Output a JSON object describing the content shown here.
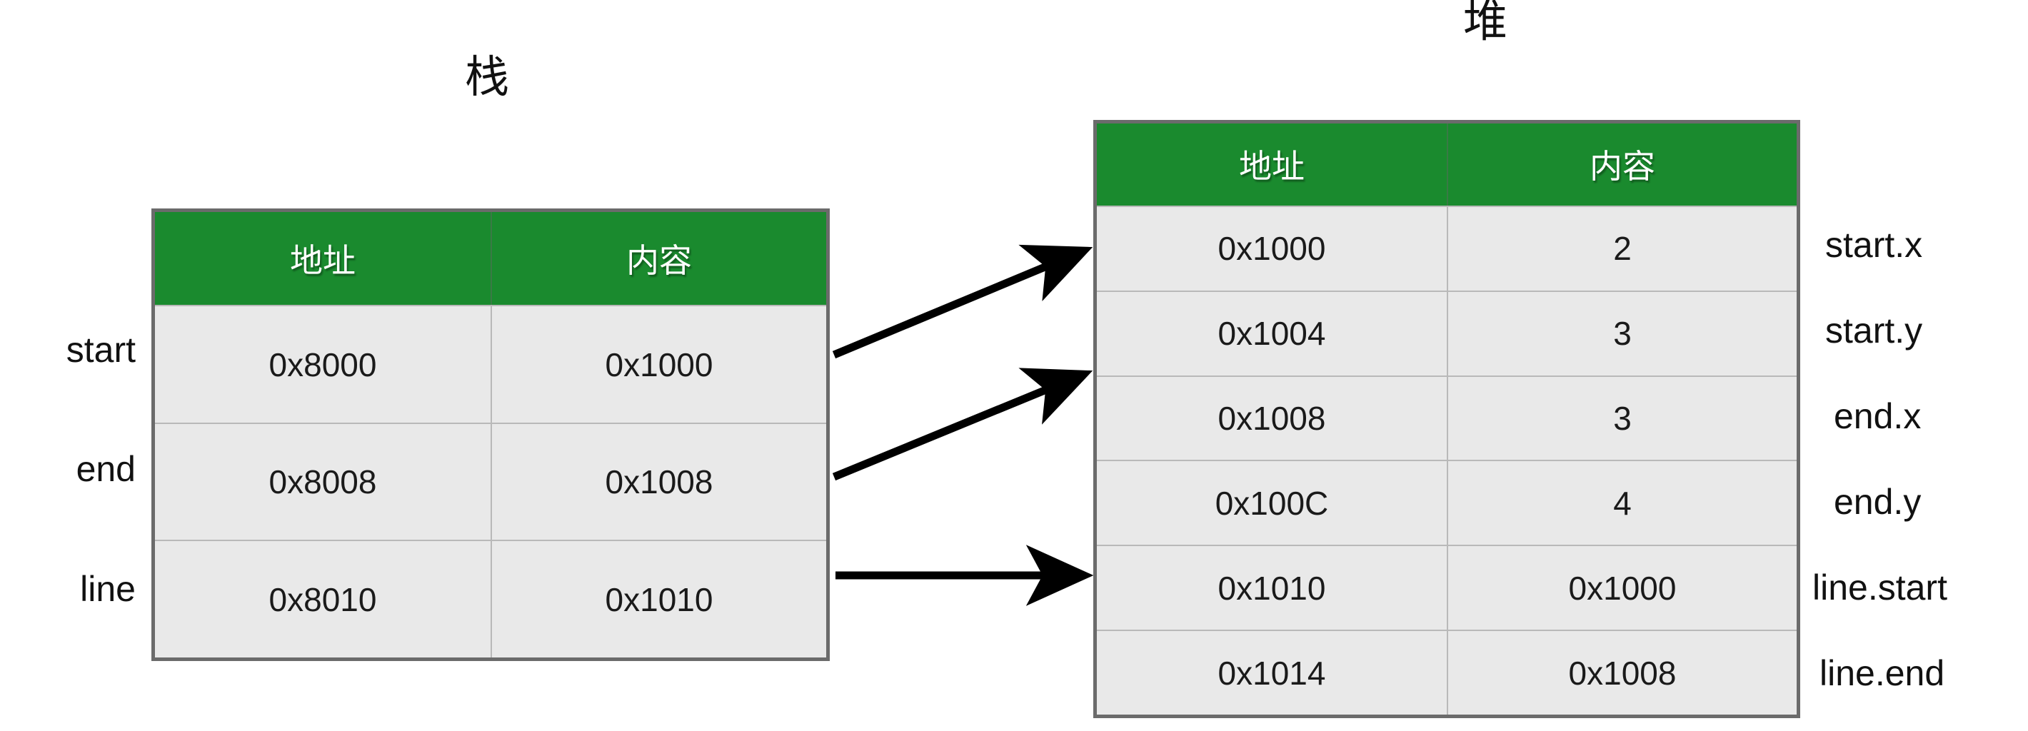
{
  "stack": {
    "title": "栈",
    "columns": [
      "地址",
      "内容"
    ],
    "rows": [
      {
        "label": "start",
        "address": "0x8000",
        "content": "0x1000"
      },
      {
        "label": "end",
        "address": "0x8008",
        "content": "0x1008"
      },
      {
        "label": "line",
        "address": "0x8010",
        "content": "0x1010"
      }
    ]
  },
  "heap": {
    "title": "堆",
    "columns": [
      "地址",
      "内容"
    ],
    "rows": [
      {
        "address": "0x1000",
        "content": "2",
        "label": "start.x"
      },
      {
        "address": "0x1004",
        "content": "3",
        "label": "start.y"
      },
      {
        "address": "0x1008",
        "content": "3",
        "label": "end.x"
      },
      {
        "address": "0x100C",
        "content": "4",
        "label": "end.y"
      },
      {
        "address": "0x1010",
        "content": "0x1000",
        "label": "line.start"
      },
      {
        "address": "0x1014",
        "content": "0x1008",
        "label": "line.end"
      }
    ]
  },
  "arrows": [
    {
      "name": "stack-start-to-heap-0x1000",
      "from": "0x8000",
      "to": "0x1000"
    },
    {
      "name": "stack-end-to-heap-0x1008",
      "from": "0x8008",
      "to": "0x1008"
    },
    {
      "name": "stack-line-to-heap-0x1010",
      "from": "0x8010",
      "to": "0x1010"
    }
  ],
  "colors": {
    "header_green": "#1a8a2e",
    "row_gray": "#e9e9e9",
    "border_gray": "#6b6b6b",
    "arrow_black": "#000000"
  }
}
